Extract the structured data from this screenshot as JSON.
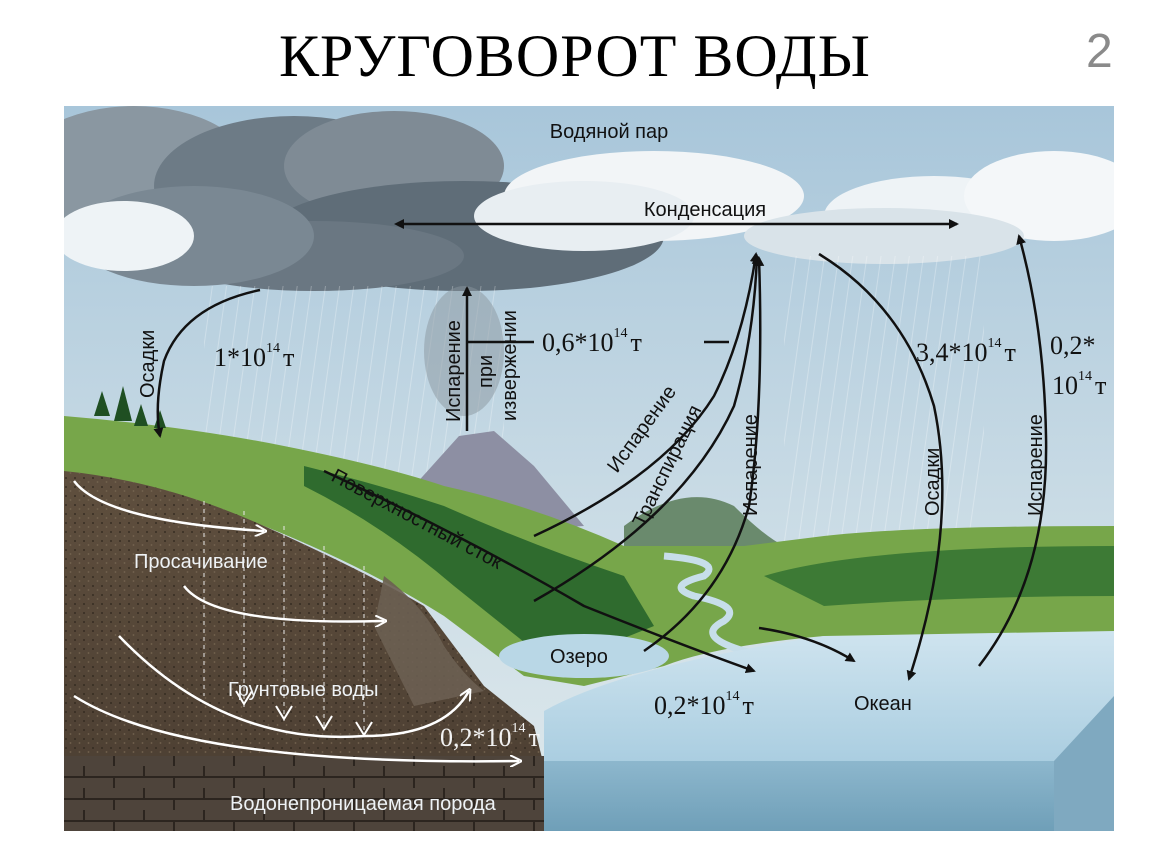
{
  "slide": {
    "title": "КРУГОВОРОТ ВОДЫ",
    "number": "2"
  },
  "labels": {
    "water_vapor": "Водяной пар",
    "condensation": "Конденсация",
    "precip_left": "Осадки",
    "precip_right": "Осадки",
    "evap_volcano": "Испарение",
    "eruption_line1": "при",
    "eruption_line2": "извержении",
    "evap_land": "Испарение",
    "transpiration": "Транспирация",
    "evap_lake": "Испарение",
    "evap_ocean": "Испарение",
    "surface_runoff": "Поверхностный сток",
    "seepage": "Просачивание",
    "groundwater": "Грунтовые воды",
    "lake": "Озеро",
    "ocean": "Океан",
    "impermeable_rock": "Водонепроницаемая порода"
  },
  "values": {
    "precip_land": {
      "base": "1*10",
      "exp": "14",
      "unit": "т"
    },
    "evap_land": {
      "base": "0,6*10",
      "exp": "14",
      "unit": "т"
    },
    "precip_ocean": {
      "base": "3,4*10",
      "exp": "14",
      "unit": "т"
    },
    "evap_ocean_line1": "0,2*",
    "evap_ocean_line2": {
      "base": "10",
      "exp": "14",
      "unit": "т"
    },
    "runoff_ocean": {
      "base": "0,2*10",
      "exp": "14",
      "unit": "т"
    },
    "groundwater_flow": {
      "base": "0,2*10",
      "exp": "14",
      "unit": "т"
    }
  },
  "colors": {
    "sky_top": "#aac8dc",
    "sky_bottom": "#d6e4ea",
    "cloud_dark": "#6f7d88",
    "cloud_light": "#eef3f6",
    "grass": "#6fa043",
    "forest": "#2f6a2c",
    "soil": "#5a4a3a",
    "rock": "#4a4038",
    "ocean_surface": "#bcd9ea",
    "ocean_side": "#8fb6cc",
    "arrow_dark": "#111111",
    "arrow_light": "#ffffff"
  }
}
